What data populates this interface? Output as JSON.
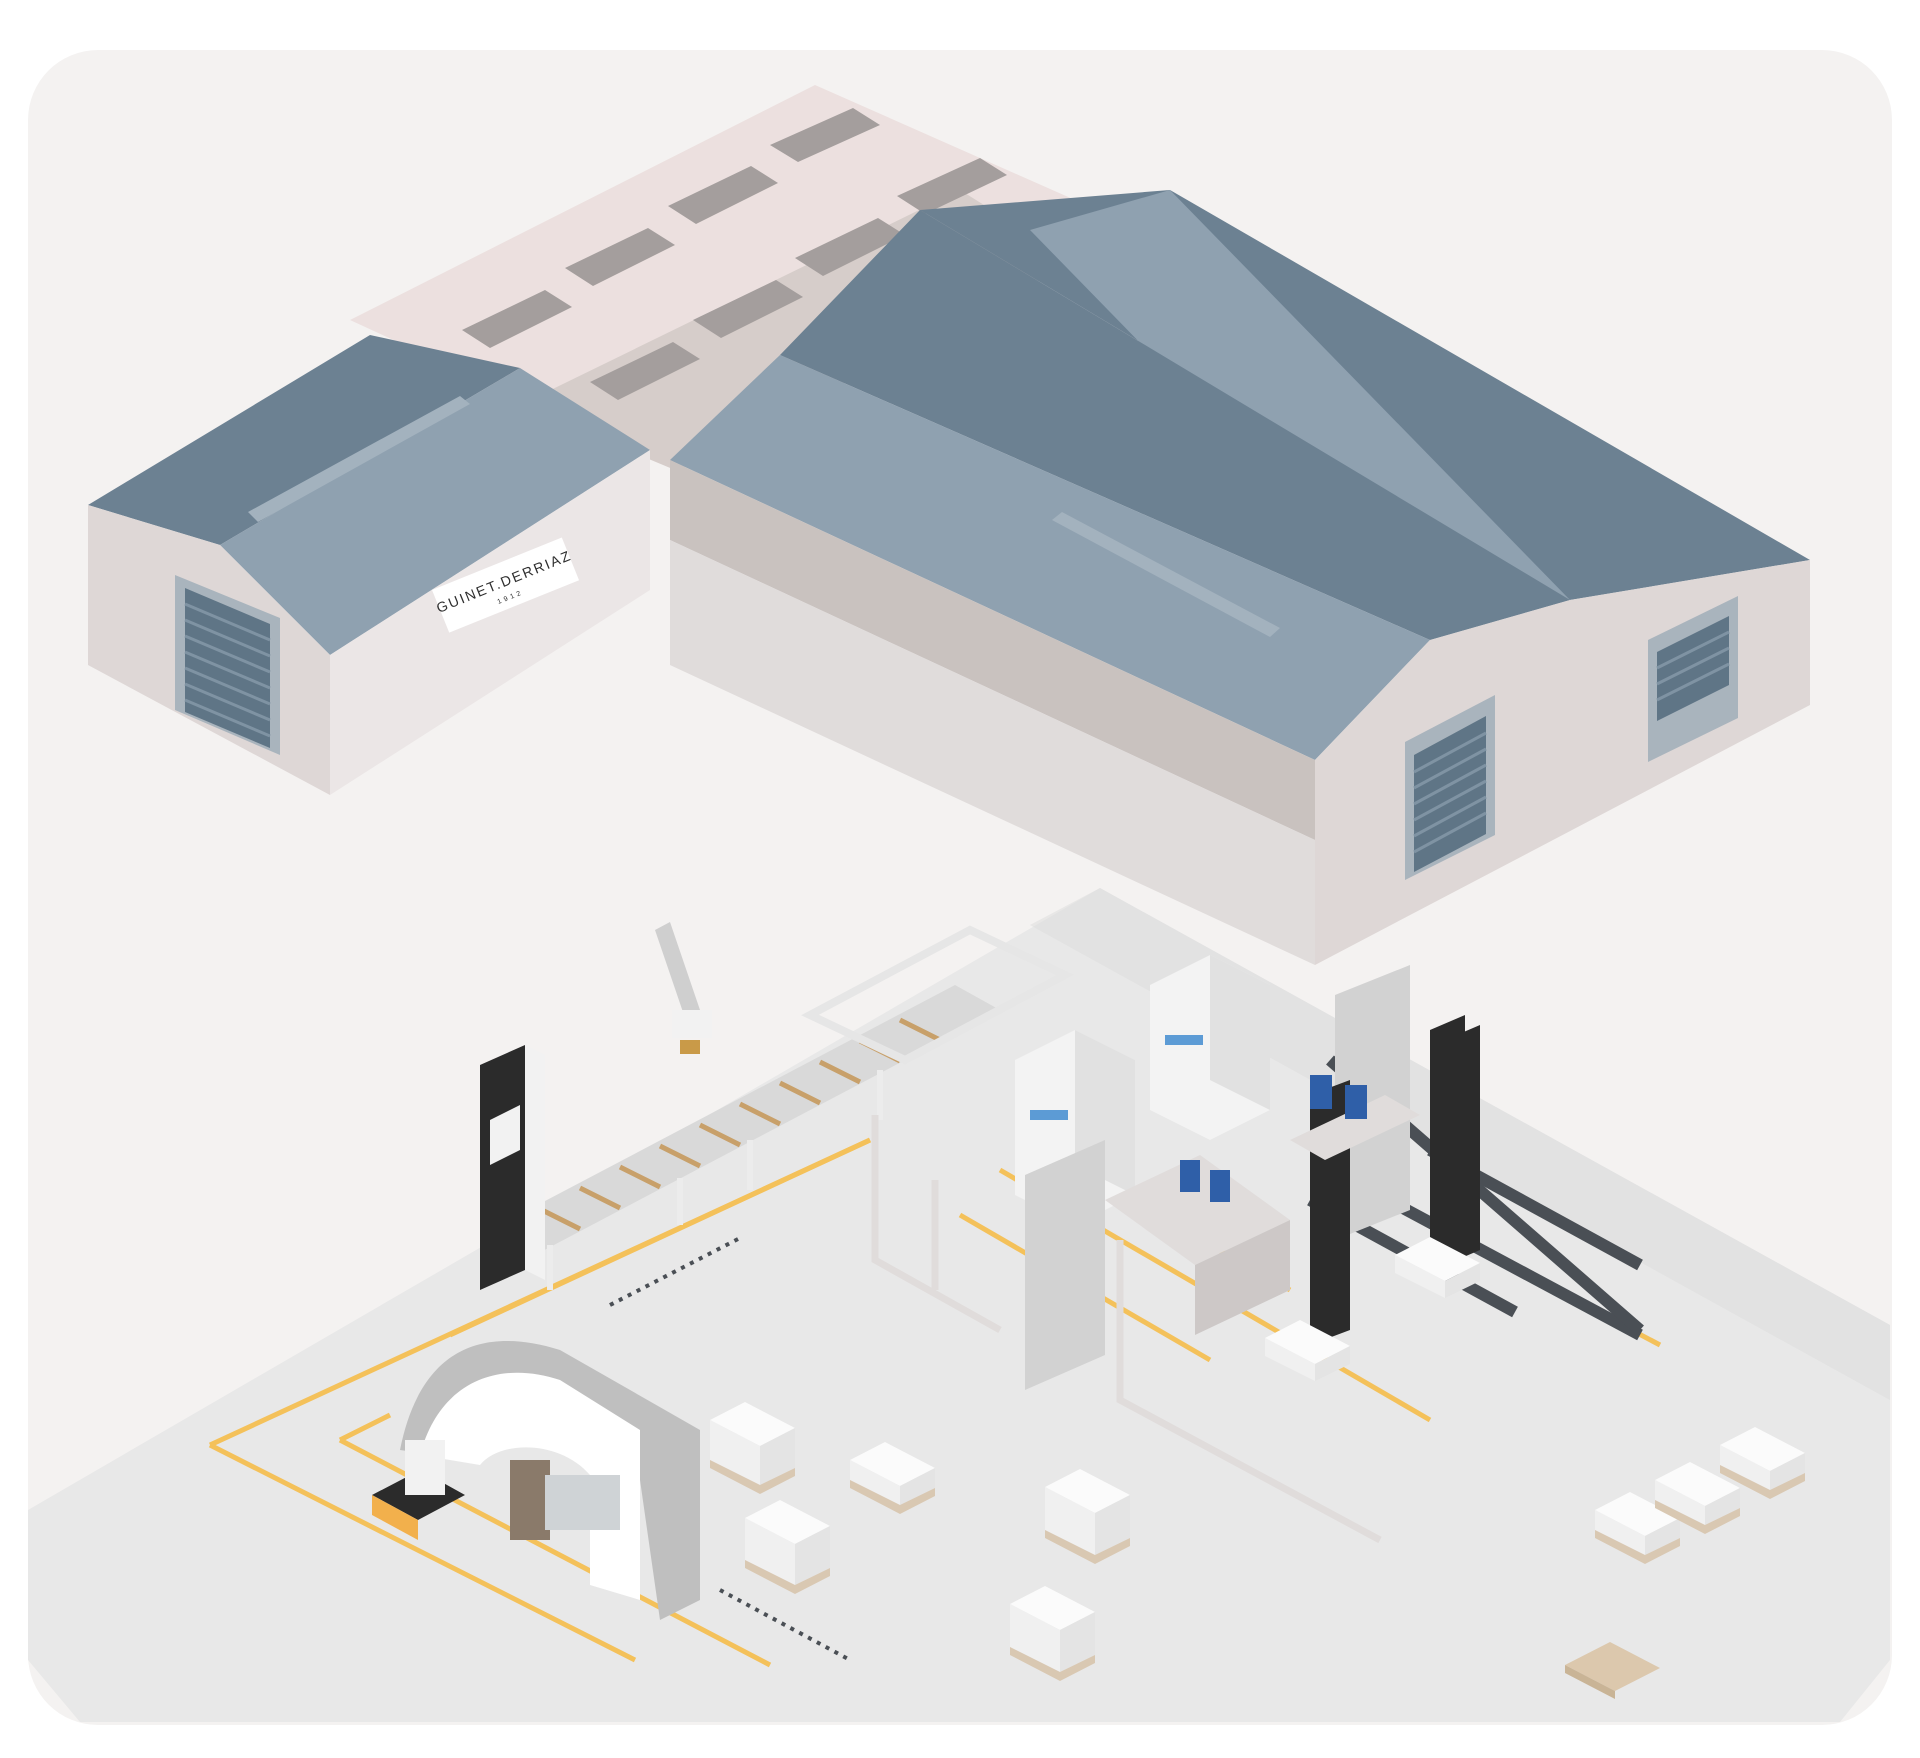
{
  "sign": {
    "brand": "GUINET.DERRIAZ",
    "year": "1912"
  },
  "colors": {
    "canvas": "#f4f2f1",
    "floor": "#e9e9e9",
    "roof_dark": "#6c8192",
    "roof_light": "#8fa1b0",
    "wall": "#ded7d6",
    "wall_light": "#ebe6e6",
    "door": "#5f7586",
    "safety_line": "#f4c15a",
    "robot_blue": "#2f5fa8"
  },
  "counts": {
    "pallets_on_floor": 8,
    "sealed_doors": 3,
    "robot_arms": 4
  }
}
